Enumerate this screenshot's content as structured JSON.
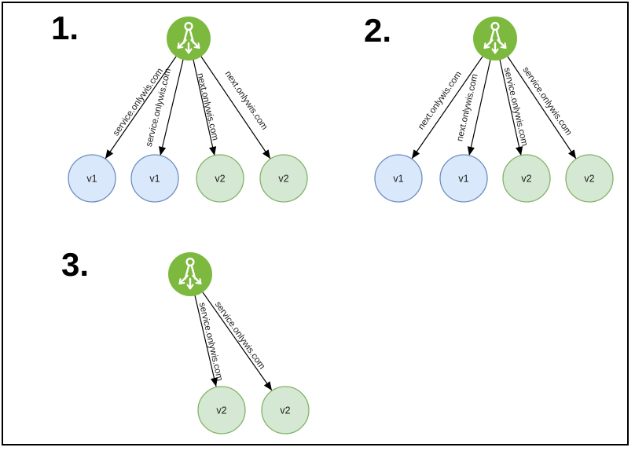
{
  "colors": {
    "gateway_fill": "#7cb93e",
    "gateway_icon": "#ffffff",
    "v1_fill": "#dae8fc",
    "v1_stroke": "#6c8ebf",
    "v2_fill": "#d5e8d4",
    "v2_stroke": "#82b366",
    "edge": "#000000",
    "page_border": "#000000"
  },
  "icons": {
    "gateway": "ingress-gateway-icon"
  },
  "sections": [
    {
      "number": "1.",
      "edges": [
        {
          "label": "service.onlywis.com"
        },
        {
          "label": "service.onlywis.com"
        },
        {
          "label": "next.onlywis.com"
        },
        {
          "label": "next.onlywis.com"
        }
      ],
      "nodes": [
        {
          "label": "v1",
          "kind": "v1"
        },
        {
          "label": "v1",
          "kind": "v1"
        },
        {
          "label": "v2",
          "kind": "v2"
        },
        {
          "label": "v2",
          "kind": "v2"
        }
      ]
    },
    {
      "number": "2.",
      "edges": [
        {
          "label": "next.onlywis.com"
        },
        {
          "label": "next.onlywis.com"
        },
        {
          "label": "service.onlywis.com"
        },
        {
          "label": "service.onlywis.com"
        }
      ],
      "nodes": [
        {
          "label": "v1",
          "kind": "v1"
        },
        {
          "label": "v1",
          "kind": "v1"
        },
        {
          "label": "v2",
          "kind": "v2"
        },
        {
          "label": "v2",
          "kind": "v2"
        }
      ]
    },
    {
      "number": "3.",
      "edges": [
        {
          "label": "service.onlywis.com"
        },
        {
          "label": "service.onlywis.com"
        }
      ],
      "nodes": [
        {
          "label": "v2",
          "kind": "v2"
        },
        {
          "label": "v2",
          "kind": "v2"
        }
      ]
    }
  ]
}
